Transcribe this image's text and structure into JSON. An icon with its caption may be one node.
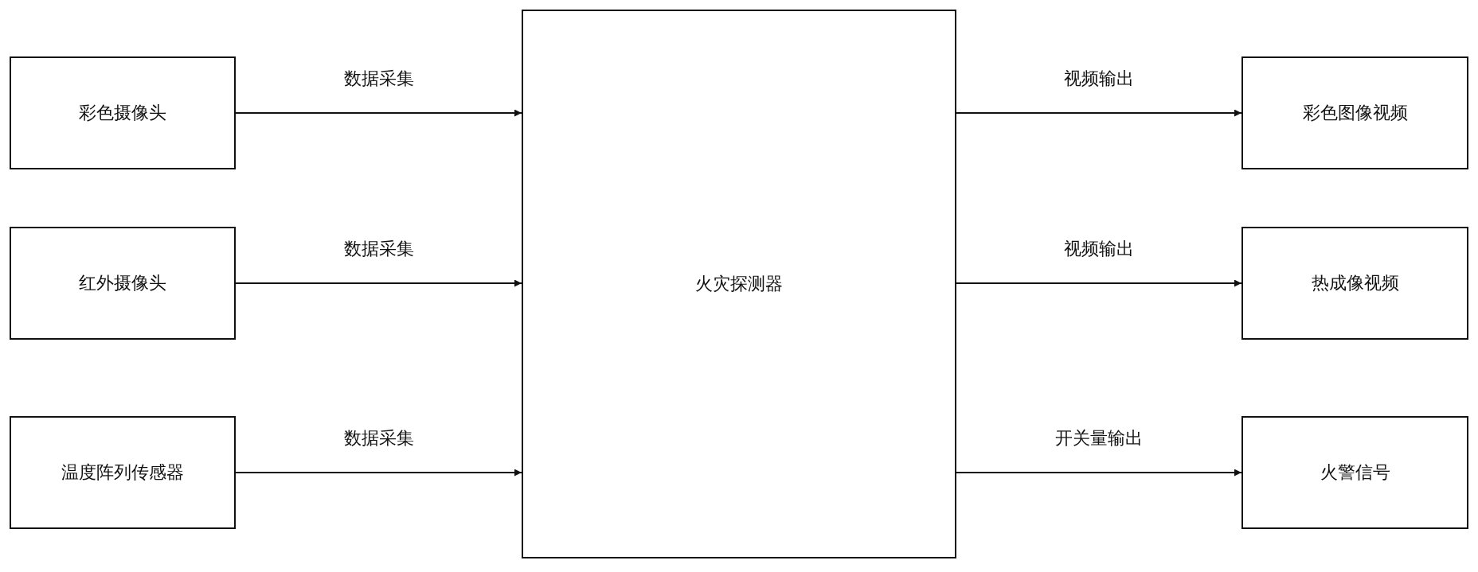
{
  "diagram": {
    "nodes": [
      {
        "text": [
          "彩色摄像头"
        ]
      },
      {
        "text": [
          "红外摄像头"
        ]
      },
      {
        "text": [
          "温度阵列传感器"
        ]
      },
      {
        "text": [
          "火灾探测器"
        ]
      },
      {
        "text": [
          "彩色图像视频"
        ]
      },
      {
        "text": [
          "热成像视频"
        ]
      },
      {
        "text": [
          "火警信号"
        ]
      }
    ],
    "edges": [
      {
        "from": 0,
        "to": 3,
        "arrow": "to",
        "label": "数据采集"
      },
      {
        "from": 1,
        "to": 3,
        "arrow": "to",
        "label": "数据采集"
      },
      {
        "from": 2,
        "to": 3,
        "arrow": "to",
        "label": "数据采集"
      },
      {
        "from": 3,
        "to": 4,
        "arrow": "to",
        "label": "视频输出"
      },
      {
        "from": 3,
        "to": 5,
        "arrow": "to",
        "label": "视频输出"
      },
      {
        "from": 3,
        "to": 6,
        "arrow": "to",
        "label": "开关量输出"
      }
    ]
  }
}
